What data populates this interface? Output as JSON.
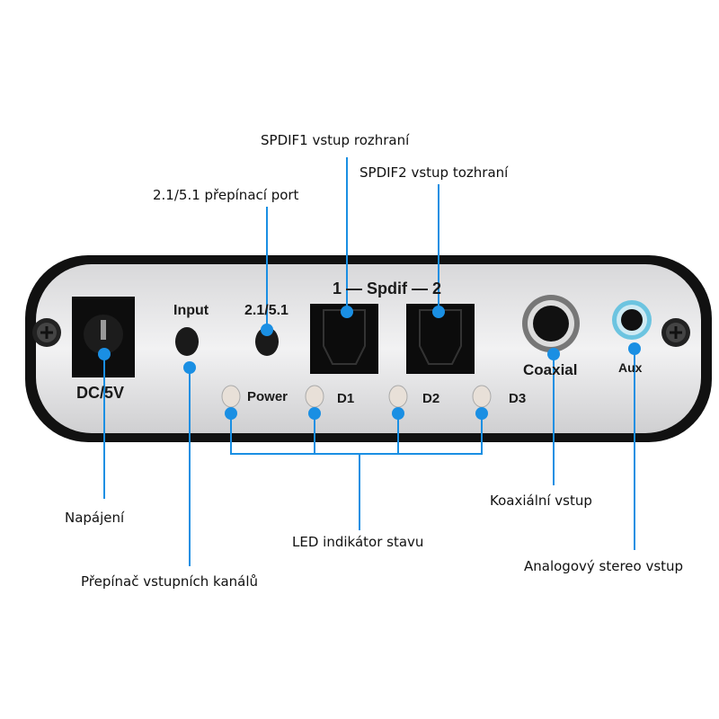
{
  "device_labels": {
    "dc": "DC/5V",
    "input": "Input",
    "mode": "2.1/5.1",
    "spdif": "1 — Spdif — 2",
    "coaxial": "Coaxial",
    "aux": "Aux",
    "power": "Power",
    "d1": "D1",
    "d2": "D2",
    "d3": "D3"
  },
  "callouts": {
    "spdif1": "SPDIF1 vstup rozhraní",
    "spdif2": "SPDIF2 vstup tozhraní",
    "mode_switch": "2.1/5.1 přepínací port",
    "power": "Napájení",
    "led": "LED indikátor stavu",
    "input_switch": "Přepínač vstupních kanálů",
    "coaxial": "Koaxiální vstup",
    "aux": "Analogový stereo vstup"
  },
  "colors": {
    "callout": "#1a8fe3"
  }
}
